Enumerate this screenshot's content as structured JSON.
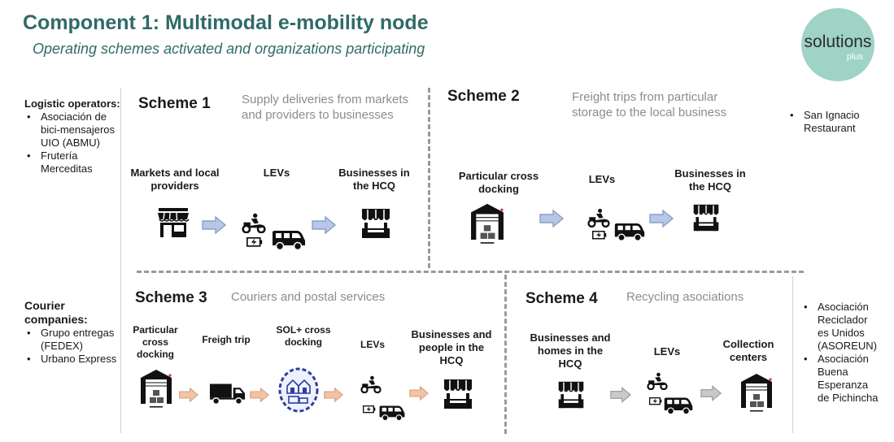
{
  "header": {
    "title": "Component 1: Multimodal e-mobility node",
    "subtitle": "Operating schemes activated and organizations participating"
  },
  "logo": {
    "main": "solutions",
    "sub": "plus",
    "color": "#9ed3c6"
  },
  "left_top": {
    "heading": "Logistic operators:",
    "items": [
      "Asociación de bici-mensajeros UIO (ABMU)",
      "Frutería Merceditas"
    ]
  },
  "left_bottom": {
    "heading": "Courier companies:",
    "items": [
      "Grupo entregas (FEDEX)",
      "Urbano Express"
    ]
  },
  "right_top": {
    "items": [
      "San Ignacio Restaurant"
    ]
  },
  "right_bottom": {
    "items": [
      "Asociación Reciclador es Unidos (ASOREUN)",
      "Asociación Buena Esperanza de Pichincha"
    ]
  },
  "scheme1": {
    "title": "Scheme 1",
    "desc": "Supply deliveries from markets and providers to businesses",
    "steps": [
      "Markets and local providers",
      "LEVs",
      "Businesses in the HCQ"
    ]
  },
  "scheme2": {
    "title": "Scheme 2",
    "desc": "Freight trips from particular storage to the local business",
    "steps": [
      "Particular cross docking",
      "LEVs",
      "Businesses in the HCQ"
    ]
  },
  "scheme3": {
    "title": "Scheme 3",
    "desc": "Couriers and postal services",
    "steps": [
      "Particular cross docking",
      "Freigh trip",
      "SOL+ cross docking",
      "LEVs",
      "Businesses and people in the HCQ"
    ]
  },
  "scheme4": {
    "title": "Scheme 4",
    "desc": "Recycling asociations",
    "steps": [
      "Businesses and homes in the HCQ",
      "LEVs",
      "Collection centers"
    ]
  },
  "colors": {
    "title_teal": "#2f6b66",
    "arrow_blue": "#b7c7e8",
    "arrow_peach": "#f2c4a4",
    "arrow_gray": "#c9c9c9",
    "divider": "#9a9a9a",
    "sol_circle": "#2c3e9e"
  },
  "icons": [
    "storefront-icon",
    "arrow-right-icon",
    "motorbike-icon",
    "battery-icon",
    "van-icon",
    "warehouse-icon",
    "truck-icon",
    "sol-hub-icon"
  ]
}
